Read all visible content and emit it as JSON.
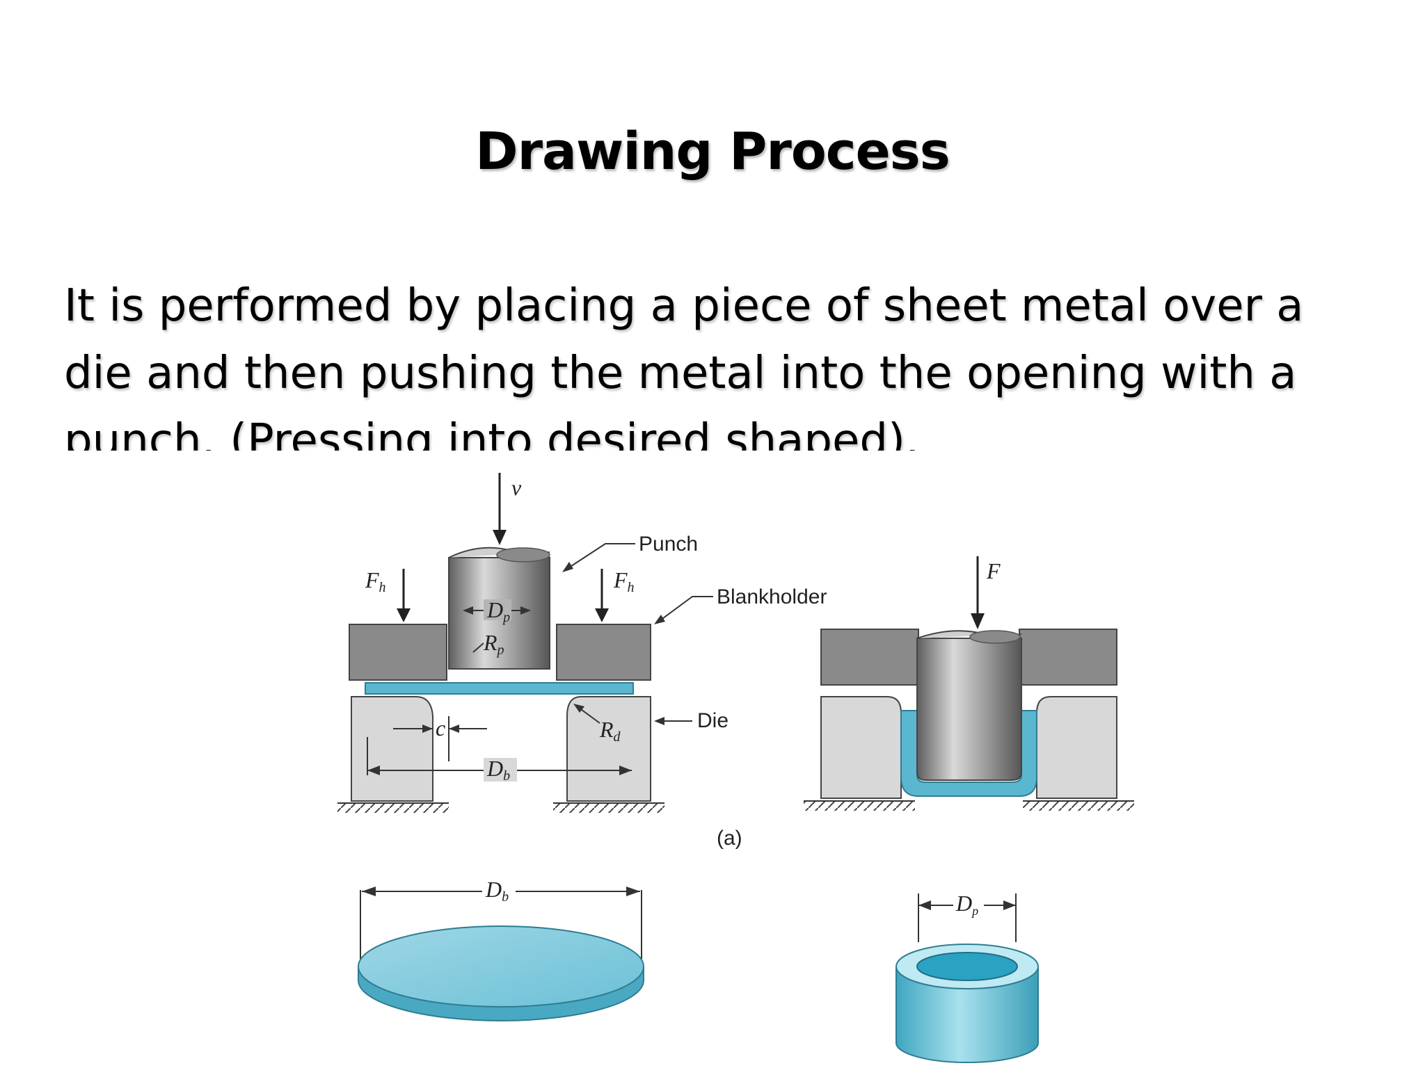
{
  "slide": {
    "title": "Drawing Process",
    "body_lines": [
      "It is performed by placing a piece of sheet metal over a",
      "die and then pushing the metal into the opening with a",
      "punch. (Pressing into desired shaped)."
    ]
  },
  "figure": {
    "labels": {
      "punch": "Punch",
      "blankholder": "Blankholder",
      "die": "Die",
      "part": "(a)",
      "v": "v",
      "Fh_left": "F",
      "Fh_right": "F",
      "h_sub": "h",
      "F": "F",
      "Dp": "D",
      "p_sub": "p",
      "Rp": "R",
      "Rd": "R",
      "d_sub": "d",
      "c": "c",
      "Db": "D",
      "b_sub": "b",
      "Db_blank": "D",
      "Dp_cup": "D"
    },
    "colors": {
      "sheet": "#5bb7cf",
      "tooling_dark": "#8a8a8a",
      "tooling_light": "#d8d8d8",
      "punch": "#9a9a9a"
    }
  }
}
